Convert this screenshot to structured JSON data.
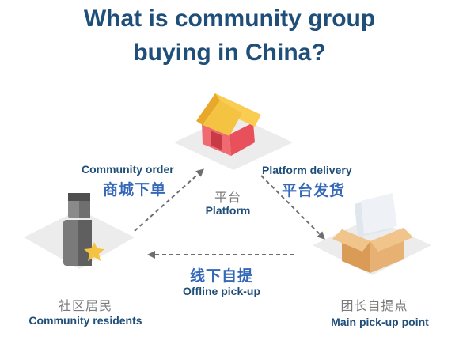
{
  "title": {
    "line1": "What is community group",
    "line2": "buying in China?"
  },
  "nodes": {
    "platform": {
      "zh": "平台",
      "en": "Platform",
      "icon": "house-icon"
    },
    "residents": {
      "zh": "社区居民",
      "en": "Community residents",
      "icon": "resident-person-icon"
    },
    "pickup": {
      "zh": "团长自提点",
      "en": "Main pick-up point",
      "icon": "open-box-icon"
    }
  },
  "edges": {
    "order": {
      "en": "Community order",
      "zh": "商城下单"
    },
    "delivery": {
      "en": "Platform delivery",
      "zh": "平台发货"
    },
    "pickup": {
      "zh": "线下自提",
      "en": "Offline pick-up"
    }
  },
  "colors": {
    "title": "#1f4e79",
    "chinese_accent": "#3568b8",
    "arrow": "#6e6e6e",
    "roof": "#f5c342",
    "house_wall": "#e8505b",
    "box": "#e7b173",
    "person": "#6d6d6d"
  }
}
